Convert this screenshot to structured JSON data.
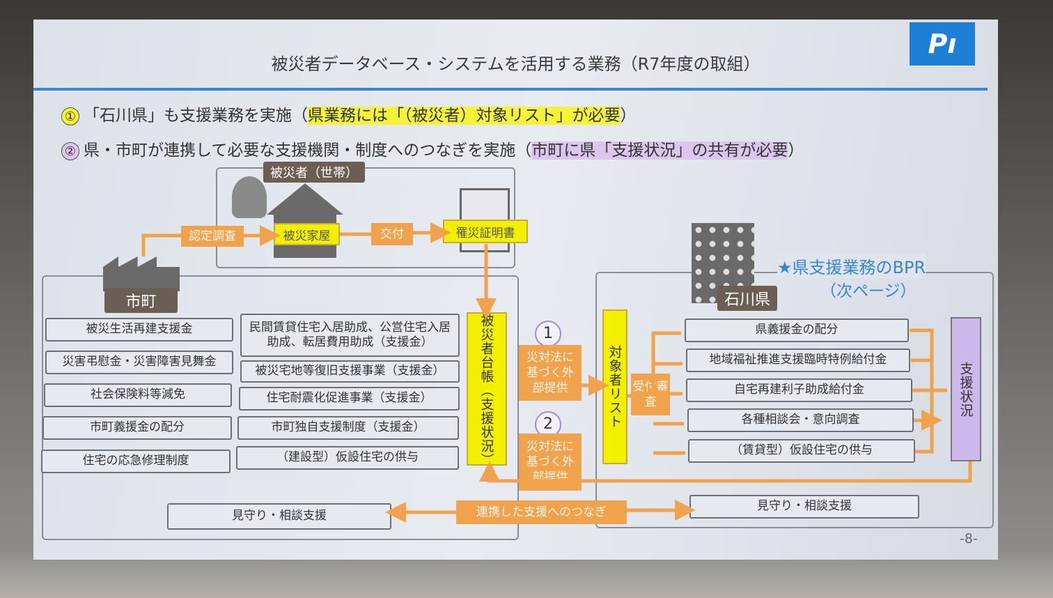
{
  "slide": {
    "title": "被災者データベース・システムを活用する業務（R7年度の取組）",
    "logo": "石川県ロゴ",
    "point1": {
      "num": "①",
      "text": "「石川県」も支援業務を実施（",
      "highlight": "県業務には「（被災者）対象リスト」が必要",
      "end": "）"
    },
    "point2": {
      "num": "②",
      "text": "県・市町が連携して必要な支援機関・制度へのつなぎを実施（",
      "highlight": "市町に県「支援状況」の共有が必要",
      "end": "）"
    },
    "victim_label": "被災者（世帯）",
    "flow": {
      "survey": "認定調査",
      "house": "被災家屋",
      "issue": "交付",
      "certificate": "罹災証明書"
    },
    "municipality": {
      "label": "市町",
      "left_items": [
        "被災生活再建支援金",
        "災害弔慰金・災害障害見舞金",
        "社会保険料等減免",
        "市町義援金の配分",
        "住宅の応急修理制度"
      ],
      "mid_items": [
        "民間賃貸住宅入居助成、公営住宅入居助成、転居費用助成（支援金）",
        "被災宅地等復旧支援事業（支援金）",
        "住宅耐震化促進事業（支援金）",
        "市町独自支援制度（支援金）",
        "（建設型）仮設住宅の供与"
      ],
      "ledger": "被災者台帳（支援状況）"
    },
    "provision": [
      {
        "num": "1",
        "text": "災対法に基づく外部提供"
      },
      {
        "num": "2",
        "text": "災対法に基づく外部提供"
      }
    ],
    "prefecture": {
      "label": "石川県",
      "bpr": "★県支援業務のBPR",
      "bpr_sub": "（次ページ）",
      "target_list": "対象者リスト",
      "reception": "受付審査",
      "items": [
        "県義援金の配分",
        "地域福祉推進支援臨時特例給付金",
        "自宅再建利子助成給付金",
        "各種相談会・意向調査",
        "（賃貸型）仮設住宅の供与"
      ],
      "status": "支援状況"
    },
    "bottom": {
      "left": "見守り・相談支援",
      "link": "連携した支援へのつなぎ",
      "right": "見守り・相談支援"
    },
    "page": "-8-",
    "colors": {
      "orange": "#f0a24d",
      "yellow": "#f2f000",
      "purple": "#dcc6ee",
      "blue": "#1e7fd6"
    }
  }
}
